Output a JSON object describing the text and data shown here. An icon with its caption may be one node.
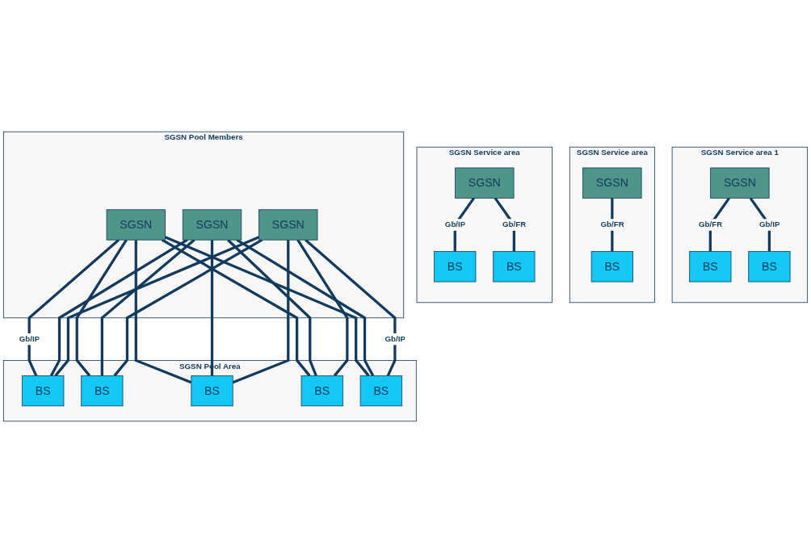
{
  "diagram": {
    "nodes": [
      {
        "text": [
          "SGSN Service area 1"
        ]
      },
      {
        "text": [
          "SGSN"
        ],
        "in": 0
      },
      {
        "text": [
          "BS"
        ],
        "in": 0
      },
      {
        "text": [
          "BS"
        ],
        "in": 0
      },
      {
        "text": [
          "SGSN Service area"
        ]
      },
      {
        "text": [
          "SGSN"
        ],
        "in": 4
      },
      {
        "text": [
          "BS"
        ],
        "in": 4
      },
      {
        "text": [
          "SGSN Service area"
        ]
      },
      {
        "text": [
          "SGSN"
        ],
        "in": 7
      },
      {
        "text": [
          "BS"
        ],
        "in": 7
      },
      {
        "text": [
          "BS"
        ],
        "in": 7
      },
      {
        "text": [
          "SGSN Pool Members"
        ]
      },
      {
        "text": [
          "SGSN"
        ],
        "in": 11
      },
      {
        "text": [
          "SGSN"
        ],
        "in": 11
      },
      {
        "text": [
          "SGSN"
        ],
        "in": 11
      },
      {
        "text": [
          "SGSN Pool Area"
        ]
      },
      {
        "text": [
          "BS"
        ],
        "in": 15
      },
      {
        "text": [
          "BS"
        ],
        "in": 15
      },
      {
        "text": [
          "BS"
        ],
        "in": 15
      },
      {
        "text": [
          "BS"
        ],
        "in": 15
      },
      {
        "text": [
          "BS"
        ],
        "in": 15
      }
    ],
    "edges": [
      {
        "from": 1,
        "to": 2,
        "arrow": "none",
        "label": "Gb/FR"
      },
      {
        "from": 1,
        "to": 3,
        "arrow": "none",
        "label": "Gb/IP"
      },
      {
        "from": 5,
        "to": 6,
        "arrow": "none",
        "label": "Gb/FR"
      },
      {
        "from": 8,
        "to": 9,
        "arrow": "none",
        "label": "Gb/IP"
      },
      {
        "from": 8,
        "to": 10,
        "arrow": "none",
        "label": "Gb/FR"
      },
      {
        "from": 12,
        "to": 16,
        "arrow": "none",
        "label": "Gb/IP"
      },
      {
        "from": 12,
        "to": 17,
        "arrow": "none"
      },
      {
        "from": 12,
        "to": 18,
        "arrow": "none"
      },
      {
        "from": 12,
        "to": 19,
        "arrow": "none"
      },
      {
        "from": 12,
        "to": 20,
        "arrow": "none"
      },
      {
        "from": 13,
        "to": 16,
        "arrow": "none"
      },
      {
        "from": 13,
        "to": 17,
        "arrow": "none"
      },
      {
        "from": 13,
        "to": 18,
        "arrow": "none"
      },
      {
        "from": 13,
        "to": 19,
        "arrow": "none"
      },
      {
        "from": 13,
        "to": 20,
        "arrow": "none"
      },
      {
        "from": 14,
        "to": 16,
        "arrow": "none"
      },
      {
        "from": 14,
        "to": 17,
        "arrow": "none"
      },
      {
        "from": 14,
        "to": 18,
        "arrow": "none"
      },
      {
        "from": 14,
        "to": 19,
        "arrow": "none"
      },
      {
        "from": 14,
        "to": 20,
        "arrow": "none",
        "label": "Gb/IP"
      }
    ]
  }
}
